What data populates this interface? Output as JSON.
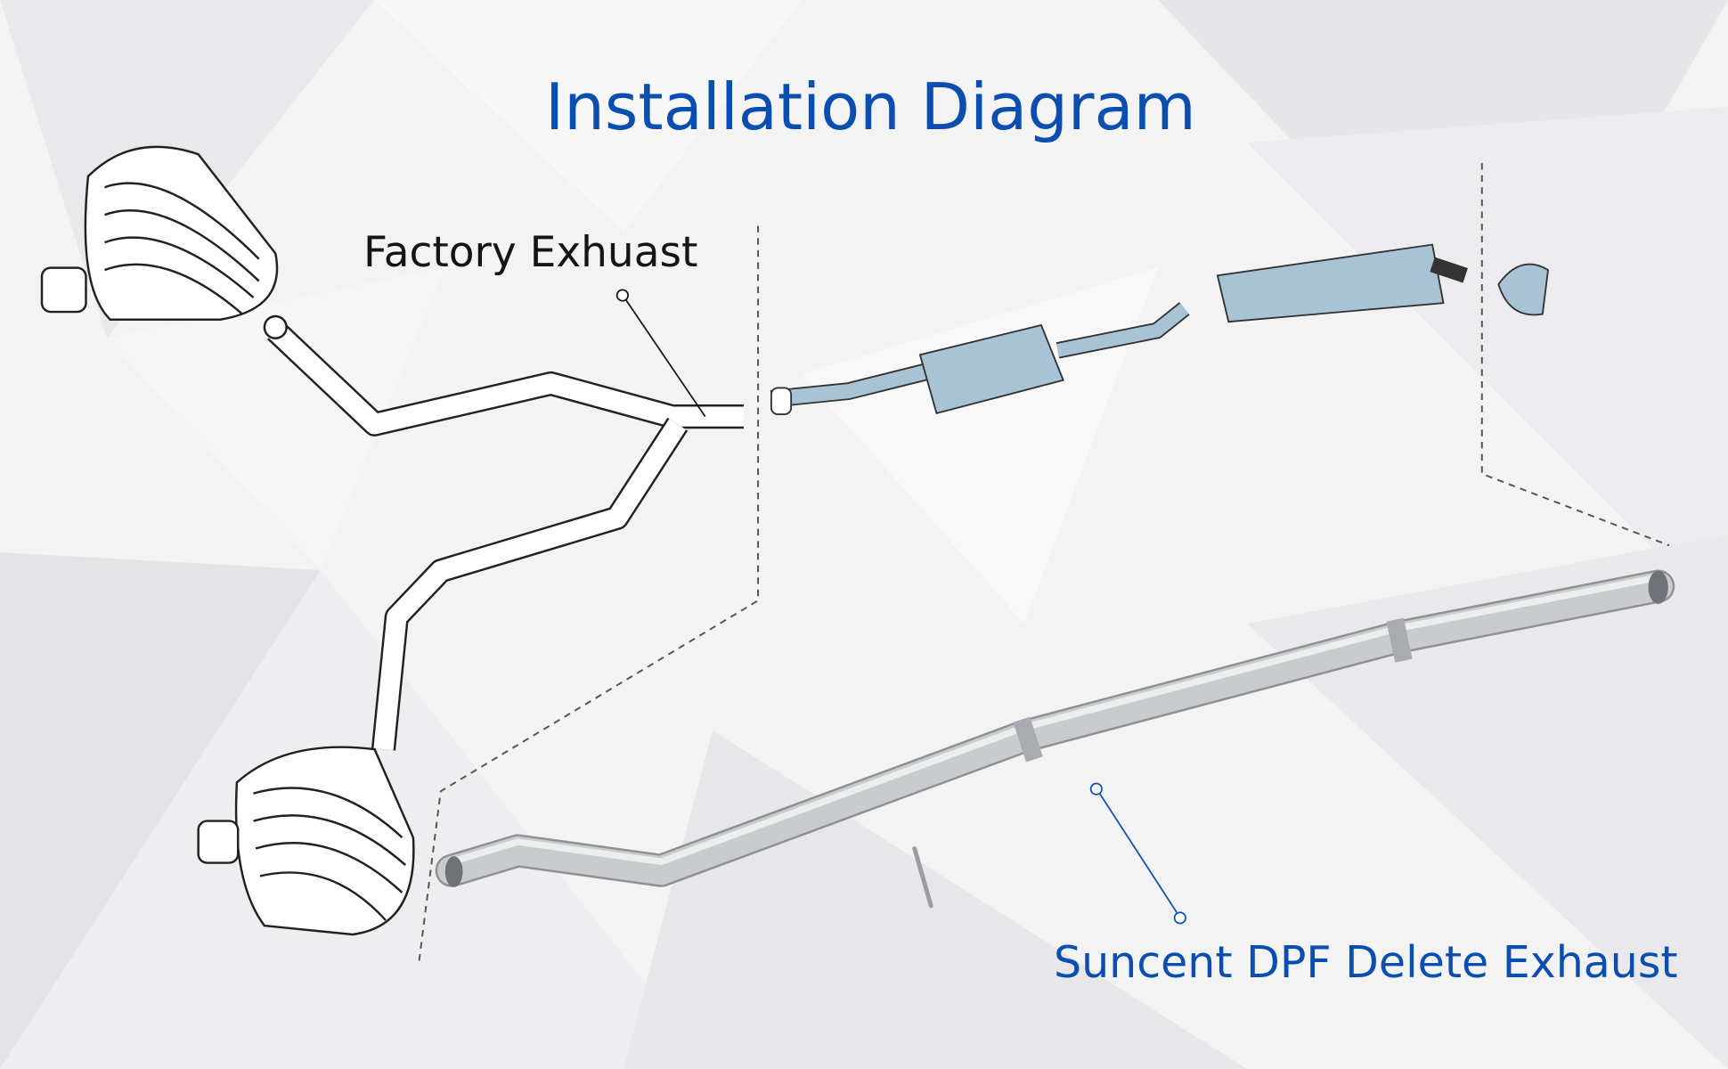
{
  "title": "Installation Diagram",
  "labels": {
    "factory": "Factory Exhuast",
    "delete": "Suncent DPF Delete Exhaust"
  },
  "colors": {
    "title": "#0a4fb0",
    "factory_label": "#151515",
    "delete_label": "#0a4fb0",
    "dpf_parts": "#a9c3d6",
    "new_pipe": "#c3c6ca"
  }
}
